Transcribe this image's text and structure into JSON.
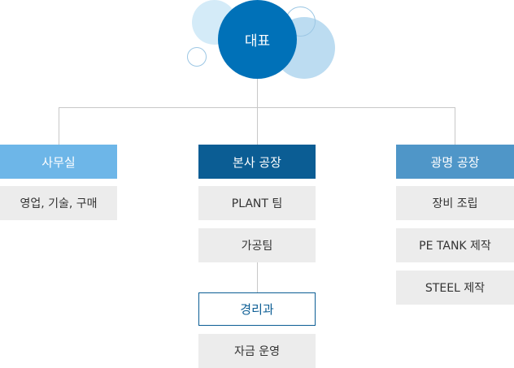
{
  "ceo": {
    "label": "대표"
  },
  "colors": {
    "ceo": "#0071b8",
    "office": "#6db6e8",
    "hq": "#0b5d94",
    "gm": "#4f96c8",
    "item_bg": "#ececec"
  },
  "departments": [
    {
      "label": "사무실",
      "items": [
        "영업, 기술, 구매"
      ]
    },
    {
      "label": "본사 공장",
      "items": [
        "PLANT 팀",
        "가공팀"
      ],
      "sub": {
        "label": "경리과",
        "items": [
          "자금 운영"
        ]
      }
    },
    {
      "label": "광명 공장",
      "items": [
        "장비 조립",
        "PE TANK 제작",
        "STEEL 제작"
      ]
    }
  ]
}
